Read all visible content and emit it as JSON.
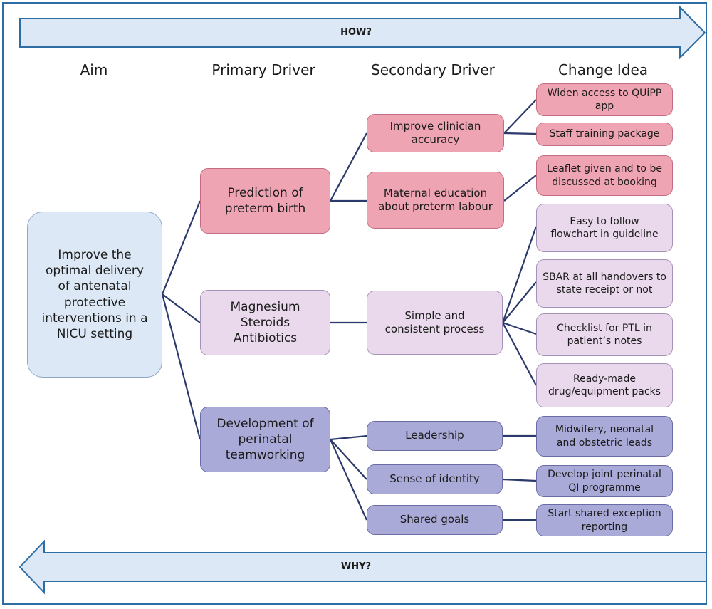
{
  "arrows": {
    "top": "HOW?",
    "bottom": "WHY?"
  },
  "headers": {
    "aim": "Aim",
    "primary": "Primary Driver",
    "secondary": "Secondary Driver",
    "change": "Change Idea"
  },
  "aim": {
    "text": "Improve the optimal delivery of antenatal protective interventions in a NICU setting"
  },
  "primary": [
    {
      "text": "Prediction of preterm birth"
    },
    {
      "text": "Magnesium Steroids Antibiotics"
    },
    {
      "text": "Development of perinatal teamworking"
    }
  ],
  "secondary": [
    {
      "text": "Improve clinician accuracy"
    },
    {
      "text": "Maternal education about preterm labour"
    },
    {
      "text": "Simple and consistent process"
    },
    {
      "text": "Leadership"
    },
    {
      "text": "Sense of identity"
    },
    {
      "text": "Shared goals"
    }
  ],
  "change": [
    {
      "text": "Widen access to QUiPP app"
    },
    {
      "text": "Staff training package"
    },
    {
      "text": "Leaflet given and to be discussed at booking"
    },
    {
      "text": "Easy to follow flowchart in guideline"
    },
    {
      "text": "SBAR at all handovers to state receipt or not"
    },
    {
      "text": "Checklist for PTL in patient’s notes"
    },
    {
      "text": "Ready-made drug/equipment packs"
    },
    {
      "text": "Midwifery, neonatal and obstetric leads"
    },
    {
      "text": "Develop joint perinatal QI programme"
    },
    {
      "text": "Start shared exception reporting"
    }
  ],
  "colors": {
    "frame": "#2e6da4",
    "arrow_fill": "#dce8f5",
    "arrow_stroke": "#2e6da4",
    "connector": "#2b3a6b",
    "pink": "#eea4b2",
    "lilac": "#ead9ec",
    "purple": "#aaaad8",
    "aim": "#dce8f5"
  }
}
